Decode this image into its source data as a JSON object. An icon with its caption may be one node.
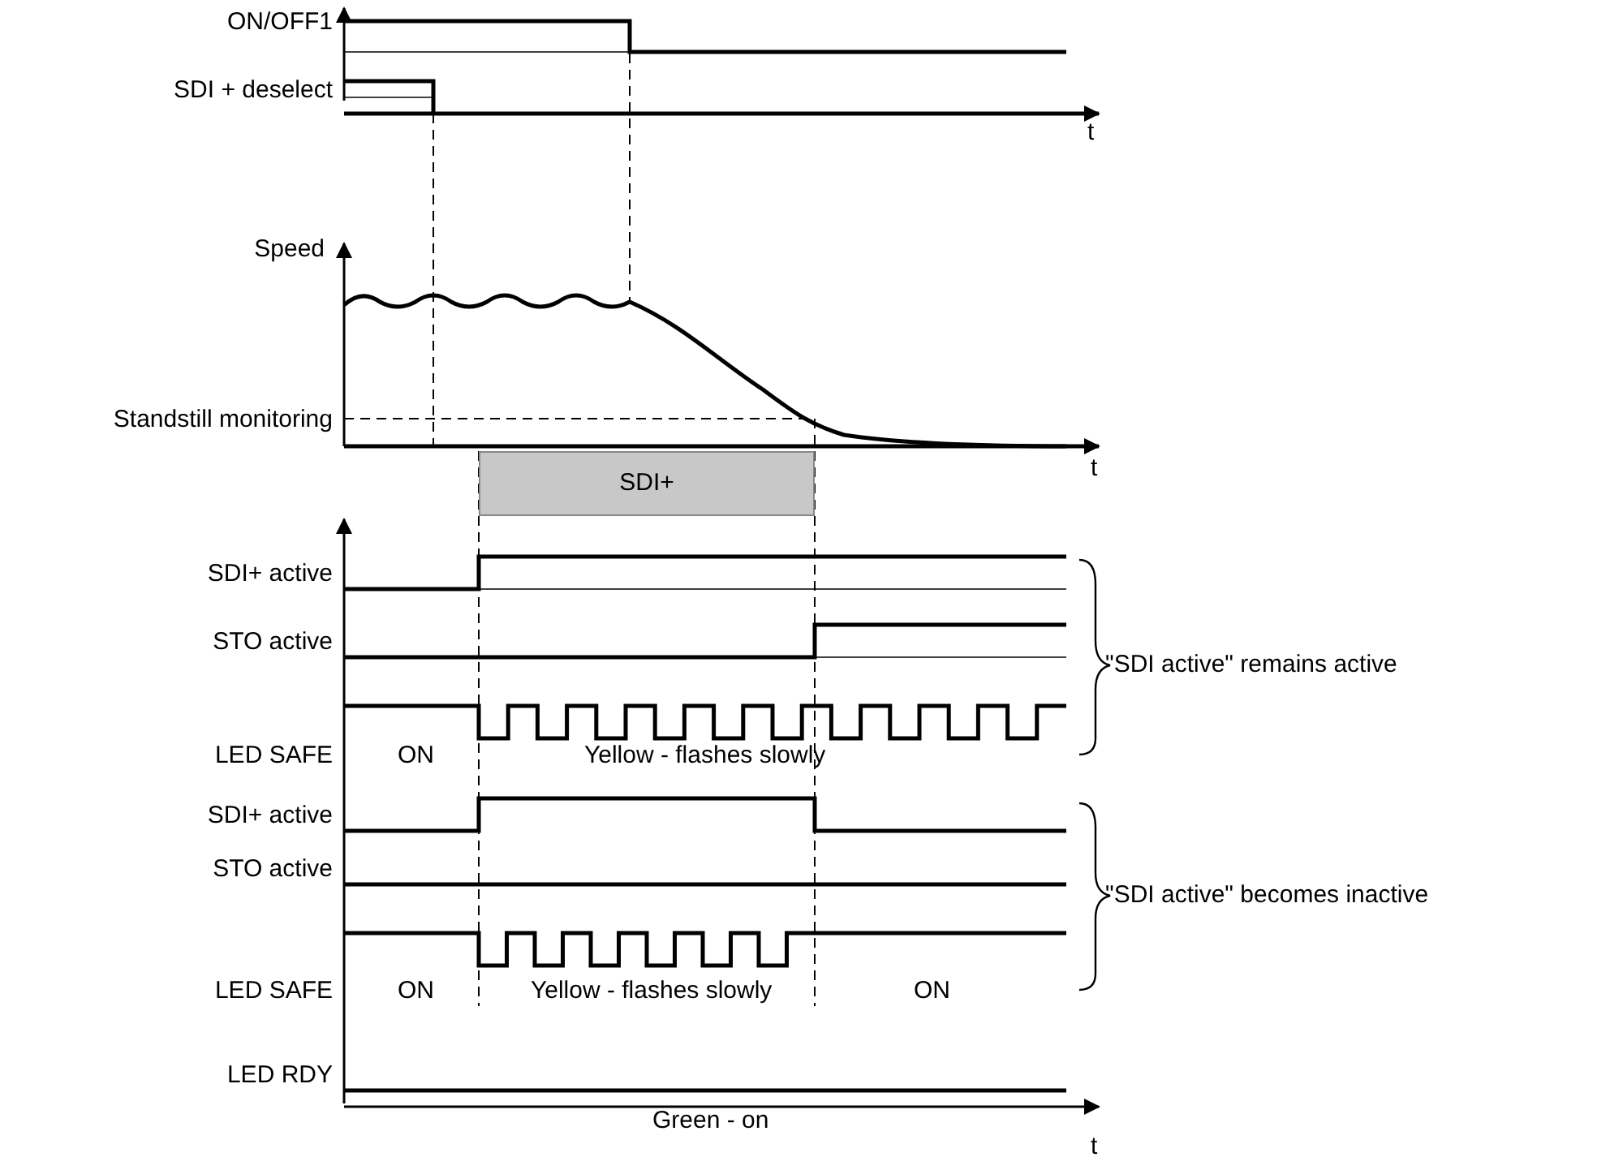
{
  "diagram": {
    "nodes": [
      {
        "text": [
          "SDI+"
        ]
      }
    ],
    "labels": [
      "ON/OFF1",
      "SDI + deselect",
      "t",
      "Speed",
      "Standstill monitoring",
      "t",
      "SDI+ active",
      "STO active",
      "LED SAFE",
      "ON",
      "Yellow - flashes slowly",
      "\"SDI active\" remains active",
      "SDI+ active",
      "STO active",
      "LED SAFE",
      "ON",
      "Yellow - flashes slowly",
      "ON",
      "\"SDI active\" becomes inactive",
      "LED RDY",
      "Green - on",
      "t"
    ]
  }
}
